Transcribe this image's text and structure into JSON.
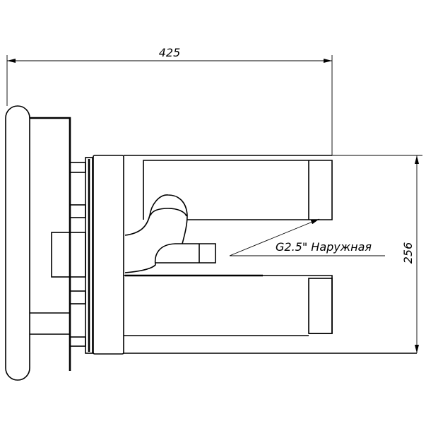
{
  "dimensions": {
    "width_label": "425",
    "height_label": "256"
  },
  "callout": {
    "thread_label": "G2.5\" Наружная"
  },
  "colors": {
    "line": "#000000",
    "background": "#ffffff"
  }
}
